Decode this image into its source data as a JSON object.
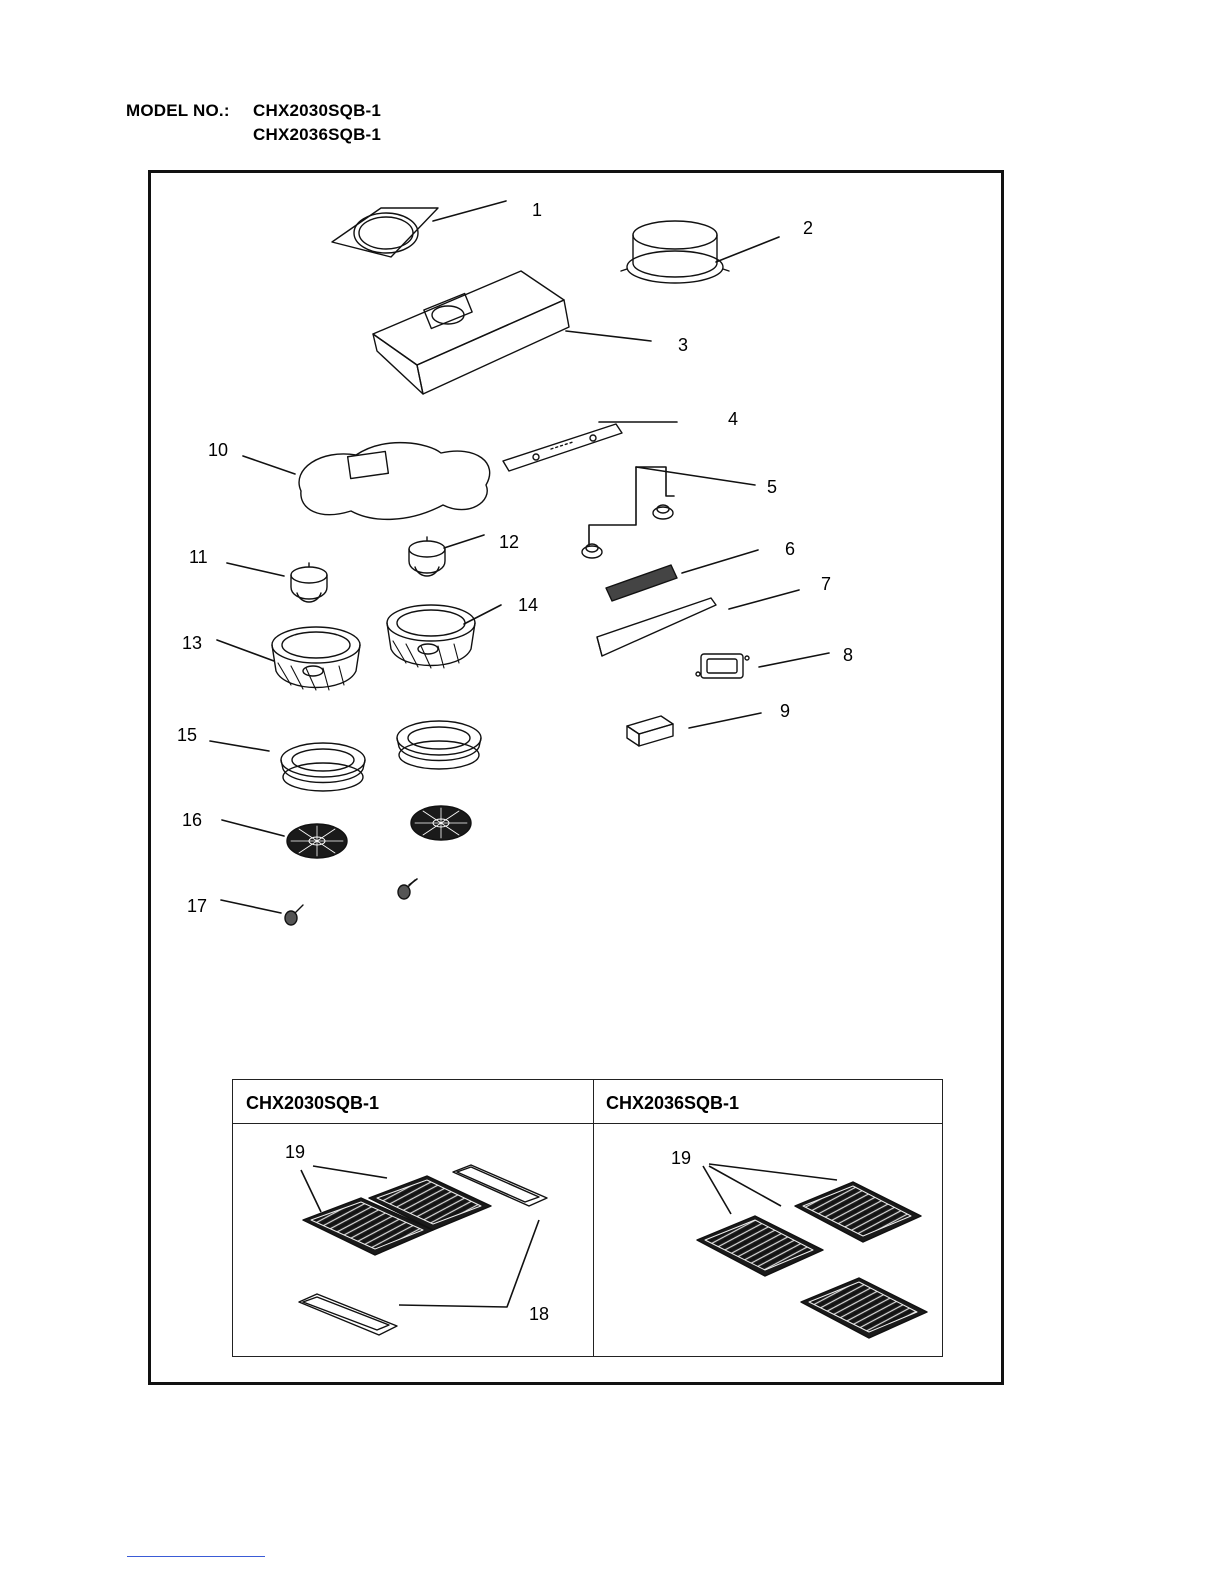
{
  "header": {
    "model_label": "MODEL NO.:",
    "models": [
      "CHX2030SQB-1",
      "CHX2036SQB-1"
    ]
  },
  "callouts": [
    "1",
    "2",
    "3",
    "4",
    "5",
    "6",
    "7",
    "8",
    "9",
    "10",
    "11",
    "12",
    "13",
    "14",
    "15",
    "16",
    "17"
  ],
  "filter_table": {
    "columns": [
      {
        "model": "CHX2030SQB-1",
        "labels": [
          "19",
          "18"
        ]
      },
      {
        "model": "CHX2036SQB-1",
        "labels": [
          "19"
        ]
      }
    ]
  },
  "colors": {
    "line": "#111111",
    "fill": "#ffffff",
    "mesh": "#1a1a1a"
  }
}
